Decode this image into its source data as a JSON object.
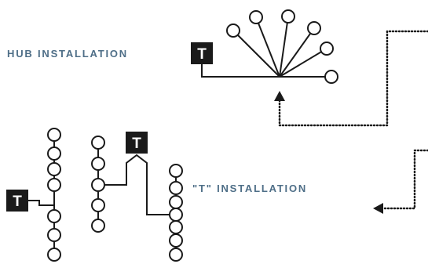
{
  "labels": {
    "hub": "HUB INSTALLATION",
    "t": "\"T\" INSTALLATION"
  },
  "t_marker": "T",
  "colors": {
    "label": "#4e6e87",
    "line": "#1a1a1a",
    "node_fill": "#ffffff",
    "marker_bg": "#1a1a1a",
    "marker_text": "#ffffff"
  }
}
